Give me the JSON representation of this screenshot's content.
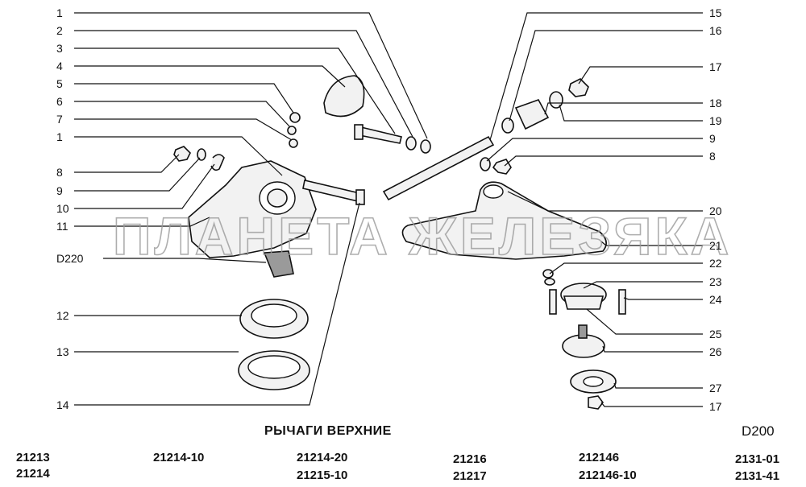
{
  "diagram": {
    "callouts_left": [
      "1",
      "2",
      "3",
      "4",
      "5",
      "6",
      "7",
      "1",
      "8",
      "9",
      "10",
      "11",
      "D220",
      "12",
      "13",
      "14"
    ],
    "callouts_right": [
      "15",
      "16",
      "17",
      "18",
      "19",
      "9",
      "8",
      "20",
      "21",
      "22",
      "23",
      "24",
      "25",
      "26",
      "27",
      "17"
    ],
    "watermark": "ПЛАНЕТА ЖЕЛЕЗЯКА"
  },
  "caption": {
    "title": "РЫЧАГИ ВЕРХНИЕ",
    "code": "D200"
  },
  "models": [
    [
      "21213",
      "21214"
    ],
    [
      "21214-10"
    ],
    [
      "21214-20",
      "21215-10"
    ],
    [
      "21216",
      "21217"
    ],
    [
      "212146",
      "212146-10"
    ],
    [
      "2131-01",
      "2131-41"
    ]
  ]
}
